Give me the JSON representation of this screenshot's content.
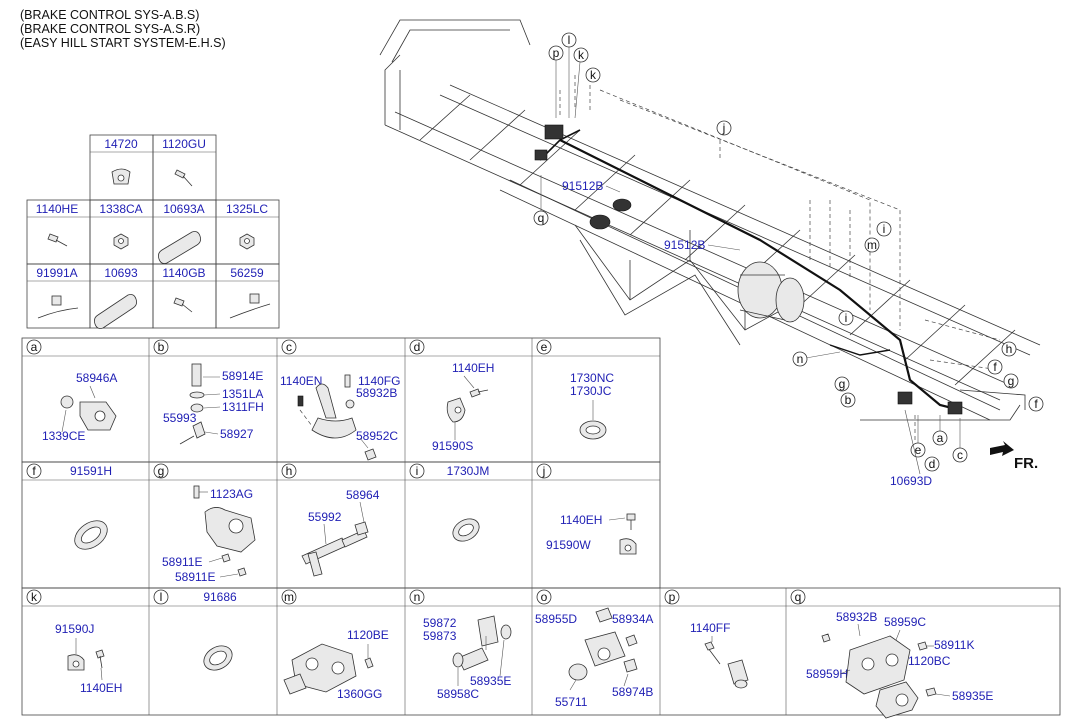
{
  "header": {
    "lines": [
      "(BRAKE CONTROL SYS-A.B.S)",
      "(BRAKE CONTROL SYS-A.S.R)",
      "(EASY HILL START SYSTEM-E.H.S)"
    ]
  },
  "small_parts": {
    "row1": [
      "14720",
      "1120GU"
    ],
    "row2": [
      "1140HE",
      "1338CA",
      "10693A",
      "1325LC"
    ],
    "row3": [
      "91991A",
      "10693",
      "1140GB",
      "56259"
    ]
  },
  "frame_labels": {
    "hose_a": "91512B",
    "hose_b": "91512B",
    "bottom_part": "10693D",
    "direction": "FR."
  },
  "frame_callouts": [
    "p",
    "l",
    "k",
    "k",
    "j",
    "q",
    "i",
    "m",
    "i",
    "n",
    "h",
    "f",
    "g",
    "g",
    "b",
    "f",
    "e",
    "a",
    "d",
    "c"
  ],
  "panels": [
    {
      "letter": "a",
      "parts": [
        "58946A",
        "1339CE"
      ]
    },
    {
      "letter": "b",
      "parts": [
        "58914E",
        "1351LA",
        "1311FH",
        "55993",
        "58927"
      ]
    },
    {
      "letter": "c",
      "parts": [
        "1140EN",
        "1140FG",
        "58932B",
        "58952C"
      ]
    },
    {
      "letter": "d",
      "parts": [
        "1140EH",
        "91590S"
      ]
    },
    {
      "letter": "e",
      "parts": [
        "1730NC",
        "1730JC"
      ]
    },
    {
      "letter": "f",
      "header": "91591H"
    },
    {
      "letter": "g",
      "parts": [
        "1123AG",
        "58911E",
        "58911E"
      ]
    },
    {
      "letter": "h",
      "parts": [
        "58964",
        "55992"
      ]
    },
    {
      "letter": "i",
      "header": "1730JM"
    },
    {
      "letter": "j",
      "parts": [
        "1140EH",
        "91590W"
      ]
    },
    {
      "letter": "k",
      "parts": [
        "91590J",
        "1140EH"
      ]
    },
    {
      "letter": "l",
      "header": "91686"
    },
    {
      "letter": "m",
      "parts": [
        "1120BE",
        "1360GG"
      ]
    },
    {
      "letter": "n",
      "parts": [
        "59872",
        "59873",
        "58935E",
        "58958C"
      ]
    },
    {
      "letter": "o",
      "parts": [
        "58955D",
        "58934A",
        "55711",
        "58974B"
      ]
    },
    {
      "letter": "p",
      "parts": [
        "1140FF"
      ]
    },
    {
      "letter": "q",
      "parts": [
        "58932B",
        "58959C",
        "58911K",
        "1120BC",
        "58959H",
        "58935E"
      ]
    }
  ]
}
